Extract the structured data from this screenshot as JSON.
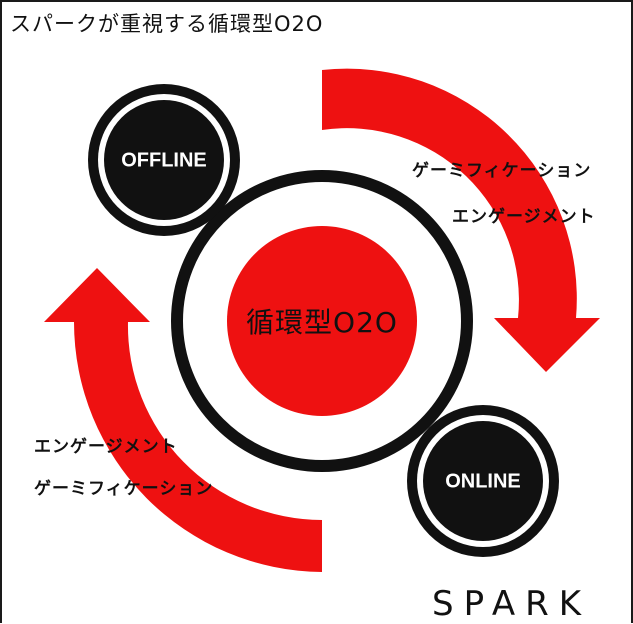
{
  "title": "スパークが重視する循環型O2O",
  "center": {
    "label": "循環型O2O"
  },
  "offline": {
    "label": "OFFLINE"
  },
  "online": {
    "label": "ONLINE"
  },
  "right_arrow": {
    "line1": "ゲーミフィケーション",
    "line2": "エンゲージメント"
  },
  "left_arrow": {
    "line1": "エンゲージメント",
    "line2": "ゲーミフィケーション"
  },
  "brand": {
    "name": "SPARK"
  },
  "colors": {
    "accent_red": "#ee1111",
    "dark": "#111111",
    "background": "#ffffff"
  }
}
